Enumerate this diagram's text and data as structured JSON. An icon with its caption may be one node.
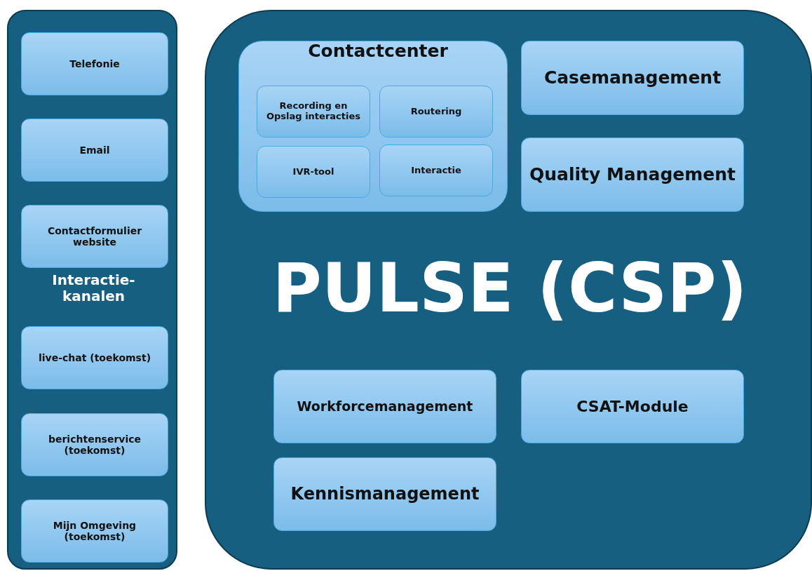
{
  "diagram": {
    "nodes": [
      {
        "text": [
          "Interactie- kanalen"
        ]
      },
      {
        "text": [
          "Telefonie"
        ],
        "in": 0
      },
      {
        "text": [
          "Email"
        ],
        "in": 0
      },
      {
        "text": [
          "Contactformulier website"
        ],
        "in": 0
      },
      {
        "text": [
          "live-chat (toekomst)"
        ],
        "in": 0
      },
      {
        "text": [
          "berichtenservice (toekomst)"
        ],
        "in": 0
      },
      {
        "text": [
          "Mijn Omgeving (toekomst)"
        ],
        "in": 0
      },
      {
        "text": [
          "PULSE (CSP)"
        ]
      },
      {
        "text": [
          "Contactcenter"
        ],
        "in": 7
      },
      {
        "text": [
          "Recording en Opslag interacties"
        ],
        "in": 8
      },
      {
        "text": [
          "Routering"
        ],
        "in": 8
      },
      {
        "text": [
          "IVR-tool"
        ],
        "in": 8
      },
      {
        "text": [
          "Interactie"
        ],
        "in": 8
      },
      {
        "text": [
          "Casemanagement"
        ],
        "in": 7
      },
      {
        "text": [
          "Quality Management"
        ],
        "in": 7
      },
      {
        "text": [
          "Workforcemanagement"
        ],
        "in": 7
      },
      {
        "text": [
          "CSAT-Module"
        ],
        "in": 7
      },
      {
        "text": [
          "Kennismanagement"
        ],
        "in": 7
      }
    ]
  }
}
